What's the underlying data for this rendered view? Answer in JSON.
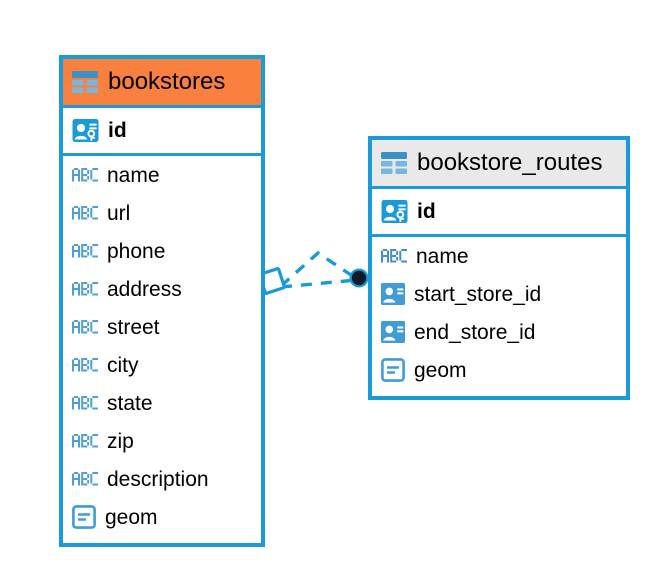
{
  "diagram": {
    "type": "entity-relationship-diagram",
    "background_color": "#ffffff",
    "accent_color": "#1a9ad7",
    "highlight_color": "#f9803f",
    "header_grey": "#e9e9e9",
    "text_color": "#000000"
  },
  "entities": [
    {
      "name": "bookstores",
      "title": "bookstores",
      "header_style": "orange",
      "header_icon": "table-icon",
      "primary_key": {
        "label": "id",
        "icon": "primary-key-icon",
        "bold": true
      },
      "fields": [
        {
          "label": "name",
          "icon": "abc-icon",
          "type": "text"
        },
        {
          "label": "url",
          "icon": "abc-icon",
          "type": "text"
        },
        {
          "label": "phone",
          "icon": "abc-icon",
          "type": "text"
        },
        {
          "label": "address",
          "icon": "abc-icon",
          "type": "text"
        },
        {
          "label": "street",
          "icon": "abc-icon",
          "type": "text"
        },
        {
          "label": "city",
          "icon": "abc-icon",
          "type": "text"
        },
        {
          "label": "state",
          "icon": "abc-icon",
          "type": "text"
        },
        {
          "label": "zip",
          "icon": "abc-icon",
          "type": "text"
        },
        {
          "label": "description",
          "icon": "abc-icon",
          "type": "text"
        },
        {
          "label": "geom",
          "icon": "geometry-icon",
          "type": "geometry"
        }
      ]
    },
    {
      "name": "bookstore_routes",
      "title": "bookstore_routes",
      "header_style": "grey",
      "header_icon": "table-icon",
      "primary_key": {
        "label": "id",
        "icon": "primary-key-icon",
        "bold": true
      },
      "fields": [
        {
          "label": "name",
          "icon": "abc-icon",
          "type": "text"
        },
        {
          "label": "start_store_id",
          "icon": "foreign-key-icon",
          "type": "reference"
        },
        {
          "label": "end_store_id",
          "icon": "foreign-key-icon",
          "type": "reference"
        },
        {
          "label": "geom",
          "icon": "geometry-icon",
          "type": "geometry"
        }
      ]
    }
  ],
  "relationship": {
    "name": "bookstores-to-bookstore_routes",
    "line_style": "dashed",
    "color": "#1a9ad7",
    "source_marker": "diamond",
    "target_marker": "filled-circle",
    "branches": 2
  }
}
